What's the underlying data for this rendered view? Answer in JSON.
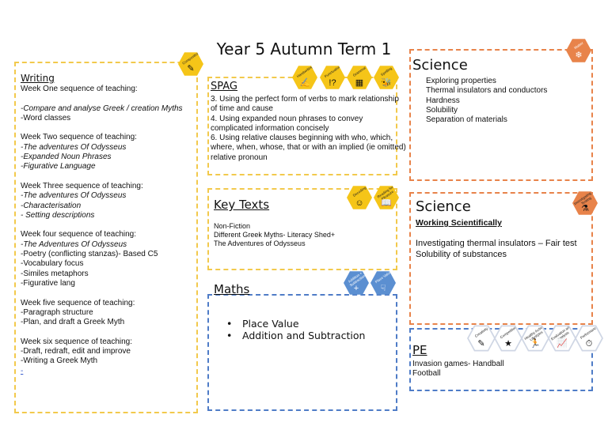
{
  "title": "Year 5 Autumn Term 1",
  "writing": {
    "heading": "Writing",
    "lines": [
      {
        "text": "Week One sequence of teaching:",
        "style": "normal"
      },
      {
        "text": "",
        "style": "gap"
      },
      {
        "text": "-Compare and analyse Greek / creation Myths",
        "style": "italic"
      },
      {
        "text": "-Word classes",
        "style": "normal"
      },
      {
        "text": "",
        "style": "gap"
      },
      {
        "text": "Week Two sequence of teaching:",
        "style": "normal"
      },
      {
        "text": "-The adventures Of Odysseus",
        "style": "italic"
      },
      {
        "text": "-Expanded Noun Phrases",
        "style": "italic"
      },
      {
        "text": "-Figurative Language",
        "style": "italic"
      },
      {
        "text": "",
        "style": "gap"
      },
      {
        "text": "Week Three sequence of teaching:",
        "style": "normal"
      },
      {
        "text": "-The adventures Of Odysseus",
        "style": "italic"
      },
      {
        "text": "-Characterisation",
        "style": "italic"
      },
      {
        "text": " - Setting descriptions",
        "style": "italic"
      },
      {
        "text": "",
        "style": "gap"
      },
      {
        "text": "Week four sequence of teaching:",
        "style": "normal"
      },
      {
        "text": "-The Adventures Of Odysseus",
        "style": "italic"
      },
      {
        "text": "-Poetry (conflicting stanzas)- Based C5",
        "style": "normal"
      },
      {
        "text": "-Vocabulary focus",
        "style": "normal"
      },
      {
        "text": "-Similes metaphors",
        "style": "normal"
      },
      {
        "text": "-Figurative lang",
        "style": "normal"
      },
      {
        "text": "",
        "style": "gap"
      },
      {
        "text": "Week five sequence of teaching:",
        "style": "normal"
      },
      {
        "text": "-Paragraph structure",
        "style": "normal"
      },
      {
        "text": "-Plan, and draft a Greek Myth",
        "style": "normal"
      },
      {
        "text": "",
        "style": "gap"
      },
      {
        "text": "Week six sequence of teaching:",
        "style": "normal"
      },
      {
        "text": "-Draft, redraft, edit and improve",
        "style": "normal"
      },
      {
        "text": "-Writing a Greek Myth",
        "style": "normal"
      },
      {
        "text": "-",
        "style": "normal"
      }
    ],
    "badge": {
      "label": "Composition",
      "icon": "pencil-icon"
    }
  },
  "spag": {
    "heading": "SPAG",
    "lines": [
      "3. Using the perfect form of verbs to mark relationship",
      "of time and cause",
      "4. Using expanded noun phrases to convey",
      "complicated information concisely",
      "6. Using relative clauses beginning with who, which,",
      "where, when, whose, that or with an implied (ie omitted)",
      "relative pronoun"
    ],
    "badges": [
      {
        "label": "Handwriting",
        "icon": "✍"
      },
      {
        "label": "Punctuation",
        "icon": "!?"
      },
      {
        "label": "Grammar",
        "icon": "▦"
      },
      {
        "label": "Spelling",
        "icon": "🐝"
      }
    ]
  },
  "key_texts": {
    "heading": "Key Texts",
    "lines": [
      "Non-Fiction",
      "Different Greek Myths- Literacy Shed+",
      "The Adventures of Odysseus"
    ],
    "badges": [
      {
        "label": "Decoding",
        "icon": "☺"
      },
      {
        "label": "Reading for Pleasure",
        "icon": "📖"
      }
    ]
  },
  "maths": {
    "heading": "Maths",
    "items": [
      "Place Value",
      "Addition and Subtraction"
    ],
    "badges": [
      {
        "label": "Addition + Subtraction",
        "icon": "+"
      },
      {
        "label": "Place Value",
        "icon": "☟"
      }
    ]
  },
  "science1": {
    "heading": "Science",
    "lines": [
      "Exploring properties",
      "Thermal insulators and conductors",
      "Hardness",
      "Solubility",
      "Separation of materials"
    ],
    "badge": {
      "label": "Matter",
      "icon": "❄"
    }
  },
  "science2": {
    "heading": "Science",
    "subheading": "Working Scientifically",
    "lines": [
      "Investigating thermal insulators – Fair test",
      "Solubility of substances"
    ],
    "badge": {
      "label": "Investigating & Testing",
      "icon": "⚗"
    }
  },
  "pe": {
    "heading": "PE",
    "lines": [
      "Invasion games- Handball",
      "Football"
    ],
    "badges": [
      {
        "label": "Creativity",
        "icon": "✎"
      },
      {
        "label": "Competition",
        "icon": "★"
      },
      {
        "label": "Healthy Active Lifestyles",
        "icon": "🏃"
      },
      {
        "label": "Evaluation and Analysis",
        "icon": "📈"
      },
      {
        "label": "Performance",
        "icon": "⏱"
      }
    ]
  },
  "colors": {
    "yellow": "#f2c94c",
    "orange": "#e8834a",
    "blue": "#4f7cc7"
  }
}
